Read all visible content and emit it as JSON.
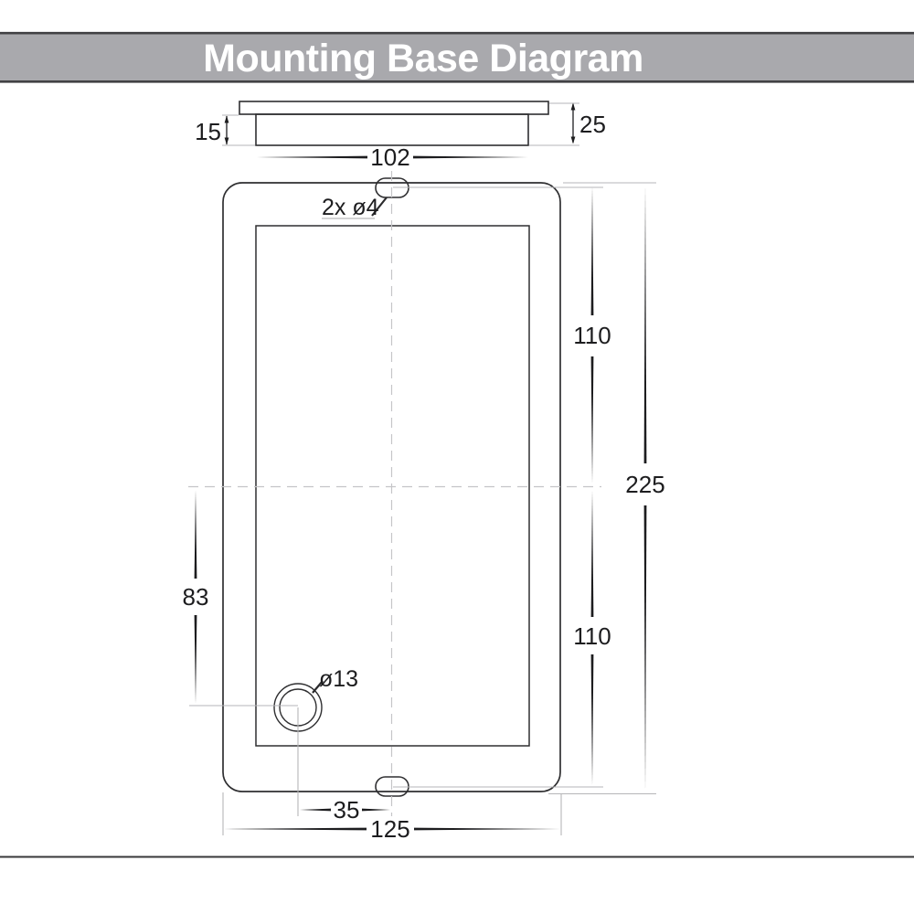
{
  "title_bar": {
    "title": "Mounting Base Diagram",
    "background": "#a9a9ad",
    "border_color": "#414144",
    "text_color": "#ffffff"
  },
  "colors": {
    "outline_dark": "#2f2f31",
    "dimension_dark": "#1d1d1f",
    "extension_light": "#b6b6b8",
    "centerline_light": "#c5c5c8",
    "page_background": "#ffffff"
  },
  "side_view": {
    "body_height": "15",
    "total_height": "25",
    "width": "102"
  },
  "front_view": {
    "top_holes_label": "2x ø4",
    "upper_hole_spacing": "110",
    "total_height": "225",
    "lower_hole_spacing": "110",
    "hole_vertical_offset": "83",
    "bottom_hole_label": "ø13",
    "hole_horizontal_offset": "35",
    "total_width": "125"
  }
}
